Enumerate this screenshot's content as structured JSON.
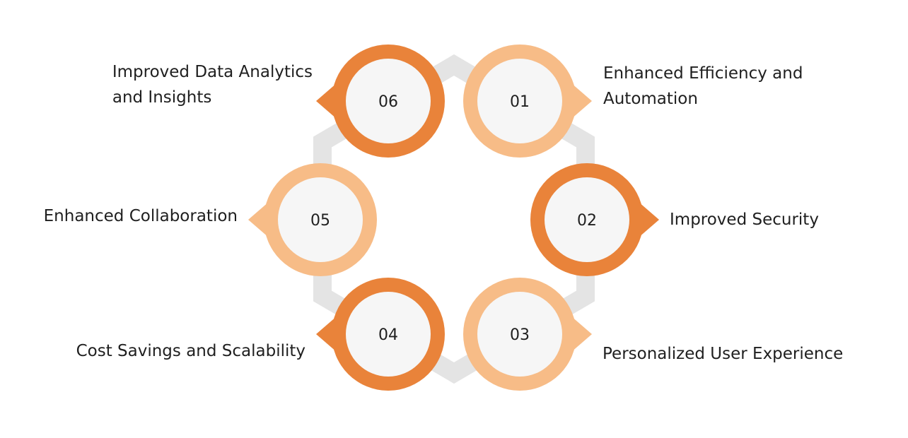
{
  "colors": {
    "dark_orange": "#E9833A",
    "light_orange": "#F7BC87",
    "inner_circle": "#F6F6F6",
    "hexagon_band": "#E4E4E4",
    "text": "#1F1F1F"
  },
  "steps": [
    {
      "number": "01",
      "label_lines": [
        "Enhanced Efficiency and",
        "Automation"
      ],
      "ring_color": "light_orange"
    },
    {
      "number": "02",
      "label_lines": [
        "Improved Security"
      ],
      "ring_color": "dark_orange"
    },
    {
      "number": "03",
      "label_lines": [
        "Personalized User Experience"
      ],
      "ring_color": "light_orange"
    },
    {
      "number": "04",
      "label_lines": [
        "Cost Savings and Scalability"
      ],
      "ring_color": "dark_orange"
    },
    {
      "number": "05",
      "label_lines": [
        "Enhanced Collaboration"
      ],
      "ring_color": "light_orange"
    },
    {
      "number": "06",
      "label_lines": [
        "Improved Data Analytics",
        "and Insights"
      ],
      "ring_color": "dark_orange"
    }
  ]
}
